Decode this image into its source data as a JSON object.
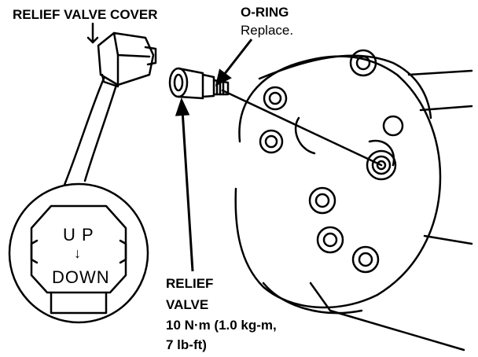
{
  "labels": {
    "relief_valve_cover": "RELIEF VALVE COVER",
    "o_ring_title": "O-RING",
    "o_ring_note": "Replace.",
    "relief_valve_line1": "RELIEF",
    "relief_valve_line2": "VALVE",
    "torque_line1": "10 N·m (1.0 kg-m,",
    "torque_line2": "7 lb-ft)"
  },
  "inset": {
    "up": "U P",
    "arrow": "↓",
    "down": "DOWN"
  }
}
